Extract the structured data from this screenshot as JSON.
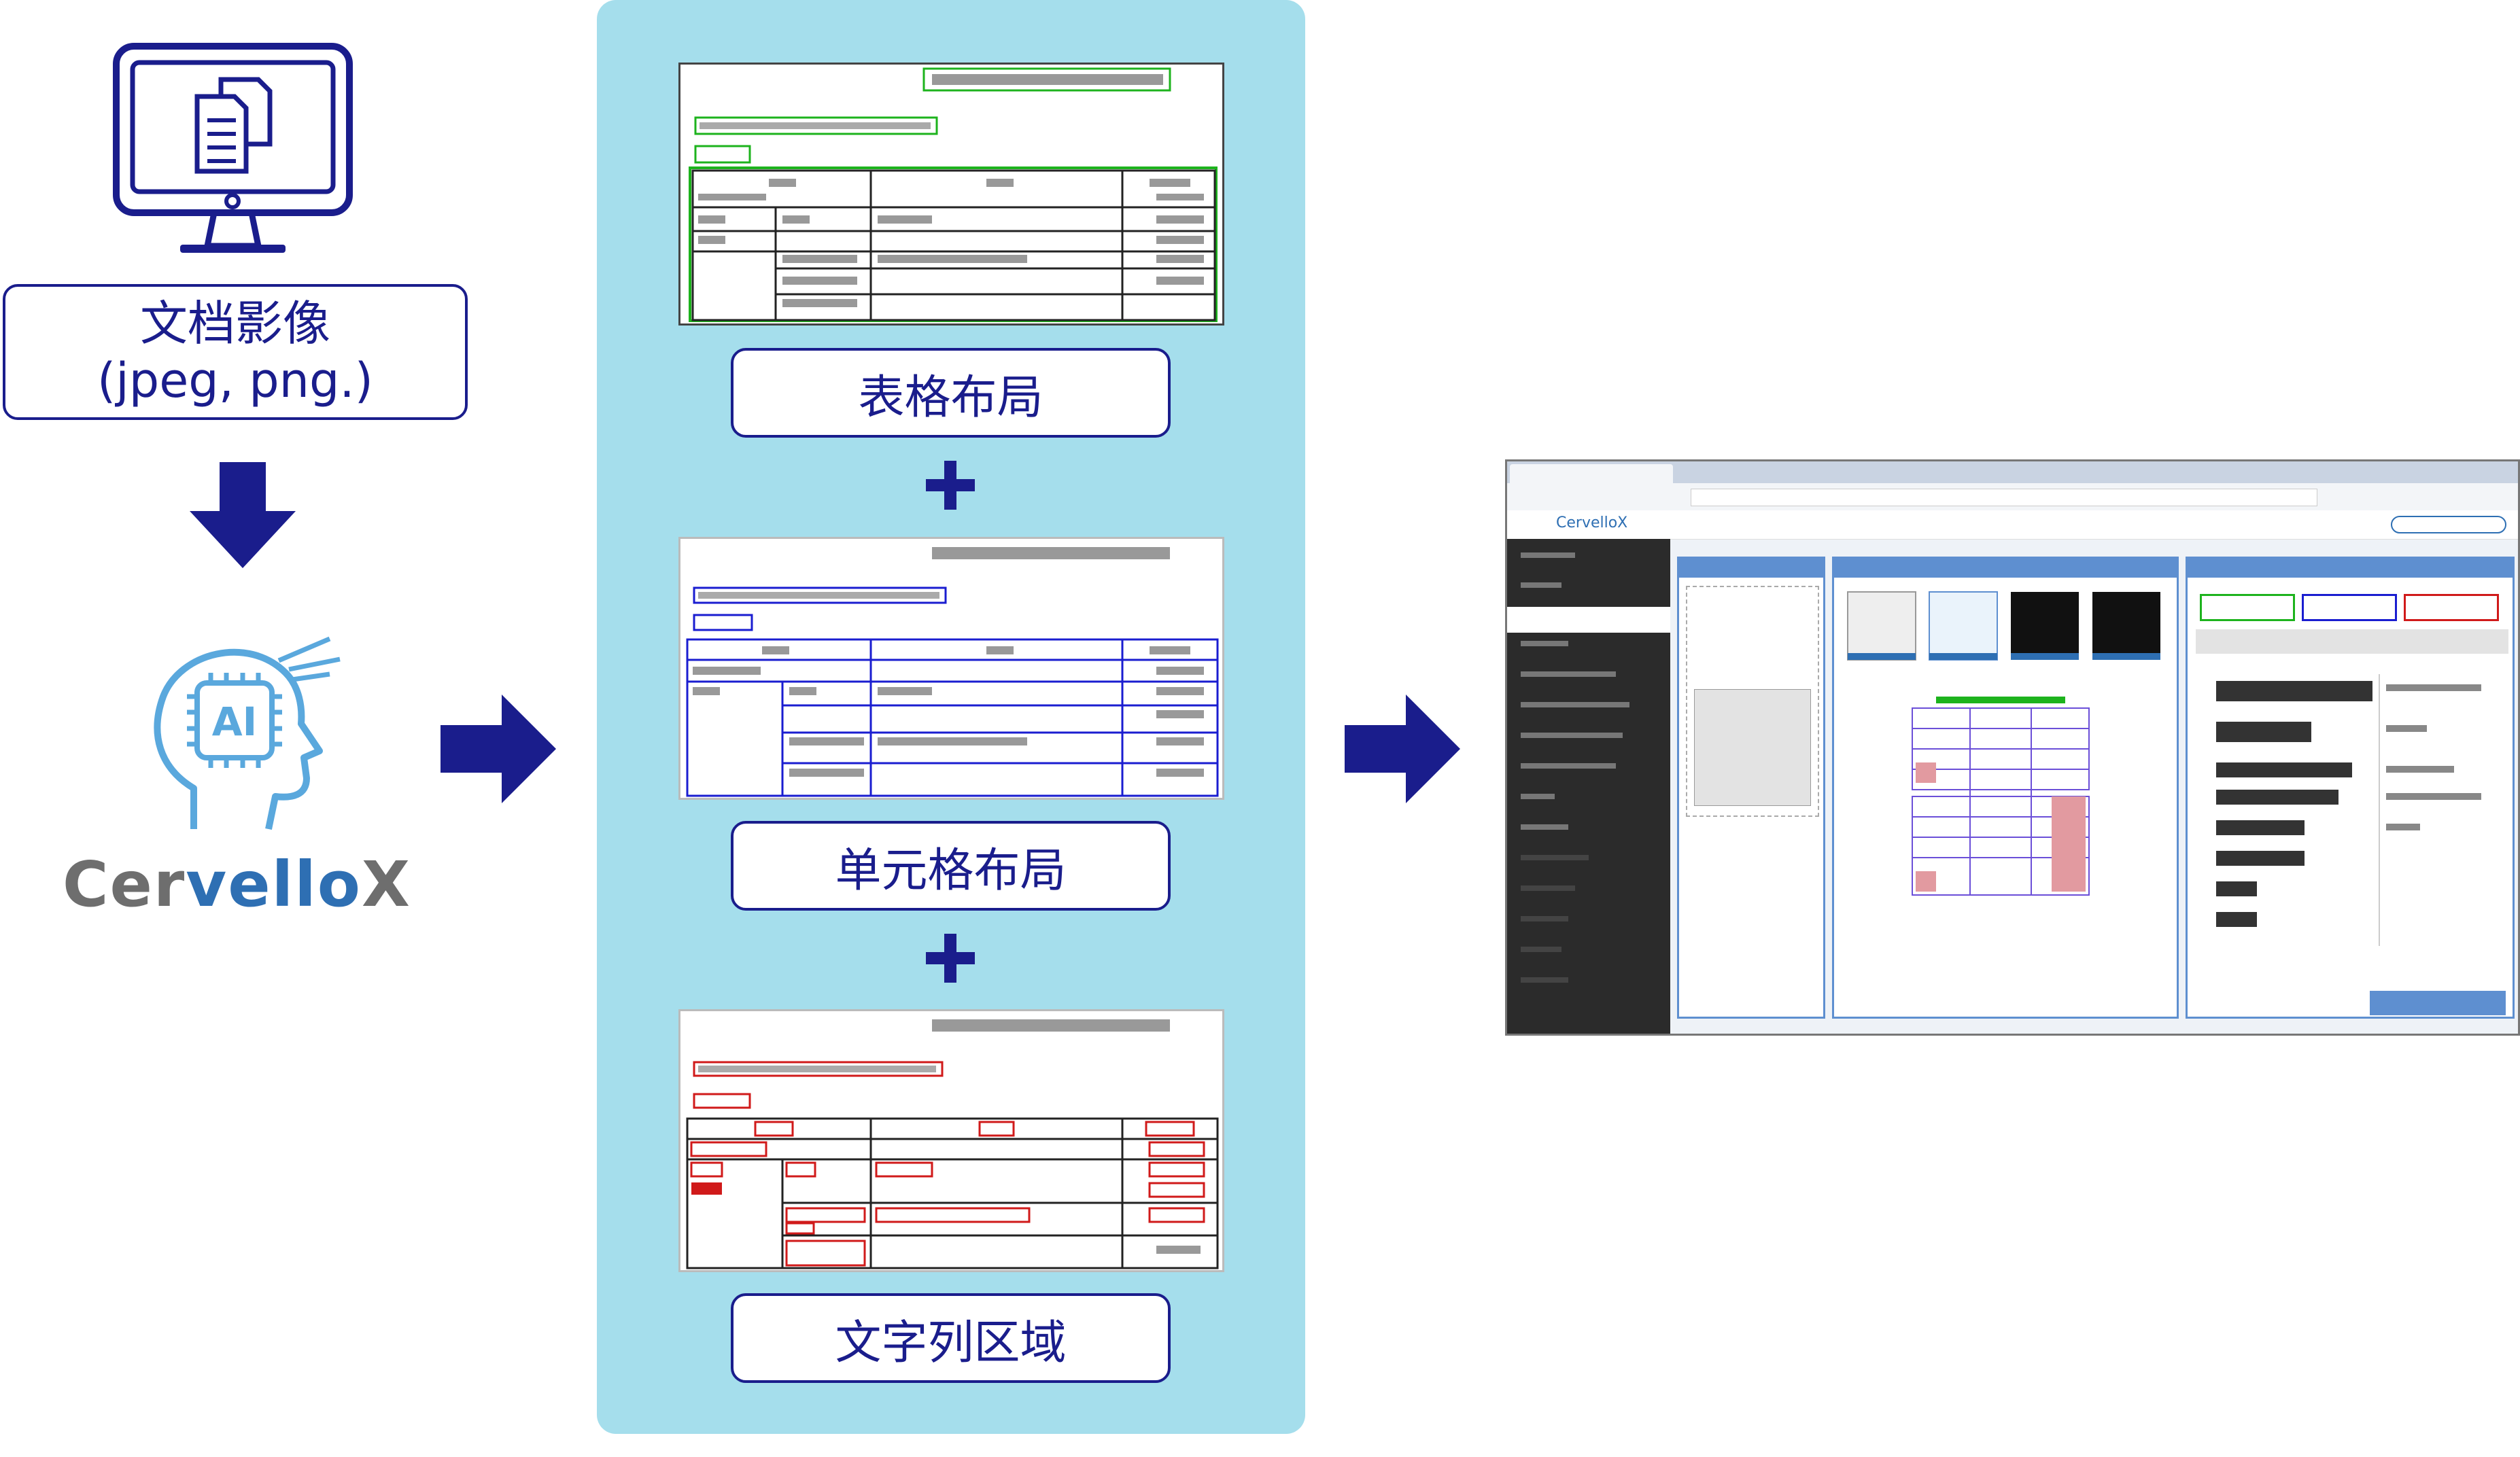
{
  "input": {
    "label_line1": "文档影像",
    "label_line2": "(jpeg, png.)"
  },
  "brand": {
    "part1": "Cer",
    "part2": "vello",
    "part3": "X",
    "gray": "#6e6e6e",
    "blue": "#2e6fb3"
  },
  "steps": [
    {
      "label": "表格布局"
    },
    {
      "label": "单元格布局"
    },
    {
      "label": "文字列区域"
    }
  ],
  "colors": {
    "navy": "#1a1d8c",
    "panel": "#a5deec",
    "green_box": "#1db31d",
    "blue_box": "#1a1dd0",
    "red_box": "#d01a1a"
  },
  "icons": {
    "monitor": "monitor-documents-icon",
    "ai_head": "ai-head-icon",
    "arrow_down": "arrow-down-icon",
    "arrow_right": "arrow-right-icon",
    "plus": "plus-icon"
  },
  "screen": {
    "brand": "CervelloX"
  }
}
